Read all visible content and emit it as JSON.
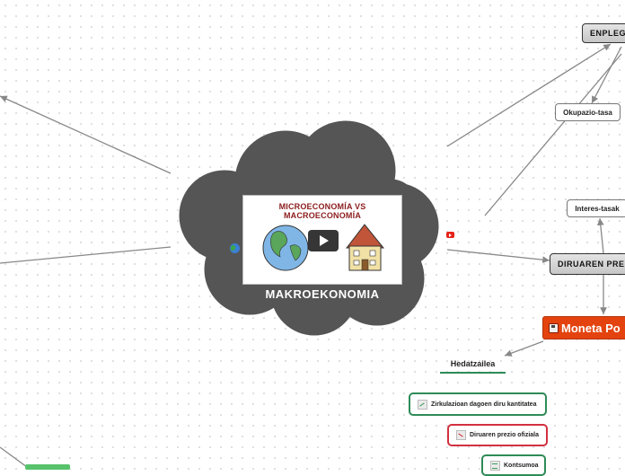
{
  "central": {
    "title": "MAKROEKONOMIA",
    "video_title": "MICROECONOMÍA VS MACROECONOMÍA",
    "icons": [
      "globe-icon",
      "youtube-icon",
      "play-icon"
    ]
  },
  "nodes": {
    "enplegua": "ENPLEG",
    "okupazio_tasa": "Okupazio-tasa",
    "interes_tasak": "Interes-tasak",
    "diruaren_pre": "DIRUAREN PRE",
    "moneta_po": "Moneta Po",
    "hedatzailea": "Hedatzailea",
    "zirkulazioan": "Zirkulazioan dagoen diru kantitatea",
    "diruaren_prezio": "Diruaren prezio ofiziala",
    "kontsumoa": "Kontsumoa"
  },
  "colors": {
    "cloud": "#555555",
    "connector": "#888888",
    "accent_red": "#e4430f",
    "outline_green": "#2e8b57",
    "outline_red": "#d2303f"
  }
}
